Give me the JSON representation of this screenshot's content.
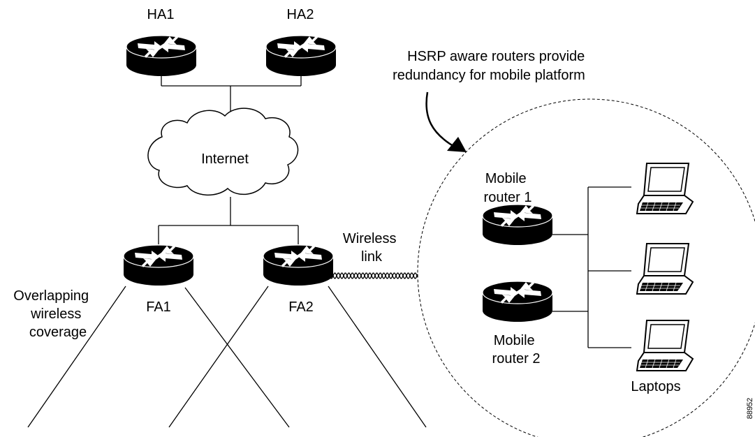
{
  "routers": {
    "ha1": "HA1",
    "ha2": "HA2",
    "fa1": "FA1",
    "fa2": "FA2"
  },
  "cloud": "Internet",
  "wireless_link": [
    "Wireless",
    "link"
  ],
  "coverage": [
    "Overlapping",
    "wireless",
    "coverage"
  ],
  "callout": [
    "HSRP aware routers provide",
    "redundancy for mobile platform"
  ],
  "mobile_router_1": [
    "Mobile",
    "router 1"
  ],
  "mobile_router_2": [
    "Mobile",
    "router 2"
  ],
  "laptops": "Laptops",
  "figure_id": "88952"
}
